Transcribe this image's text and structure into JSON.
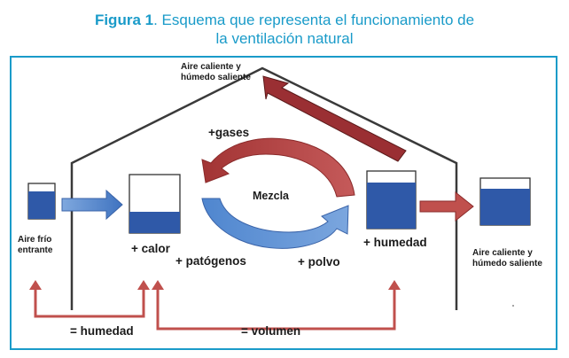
{
  "caption": {
    "figure_label": "Figura 1",
    "title_part1": ". Esquema que representa el funcionamiento de",
    "title_part2": "la ventilación natural"
  },
  "labels": {
    "outlet_top_line1": "Aire caliente y",
    "outlet_top_line2": "húmedo saliente",
    "gases": "+gases",
    "mezcla": "Mezcla",
    "aire_frio_line1": "Aire frío",
    "aire_frio_line2": "entrante",
    "calor": "+ calor",
    "patogenos": "+ patógenos",
    "polvo": "+ polvo",
    "humedad": "+ humedad",
    "outlet_right_line1": "Aire caliente y",
    "outlet_right_line2": "húmedo saliente",
    "eq_humedad": "= humedad",
    "eq_volumen": "= volumen"
  },
  "colors": {
    "caption_blue": "#1a9bc9",
    "water_blue": "#2f59a8",
    "red_arrow": "#b03a3a",
    "red_line": "#c0504d",
    "blue_arrow": "#5b8fd0",
    "house_outline": "#333333"
  }
}
